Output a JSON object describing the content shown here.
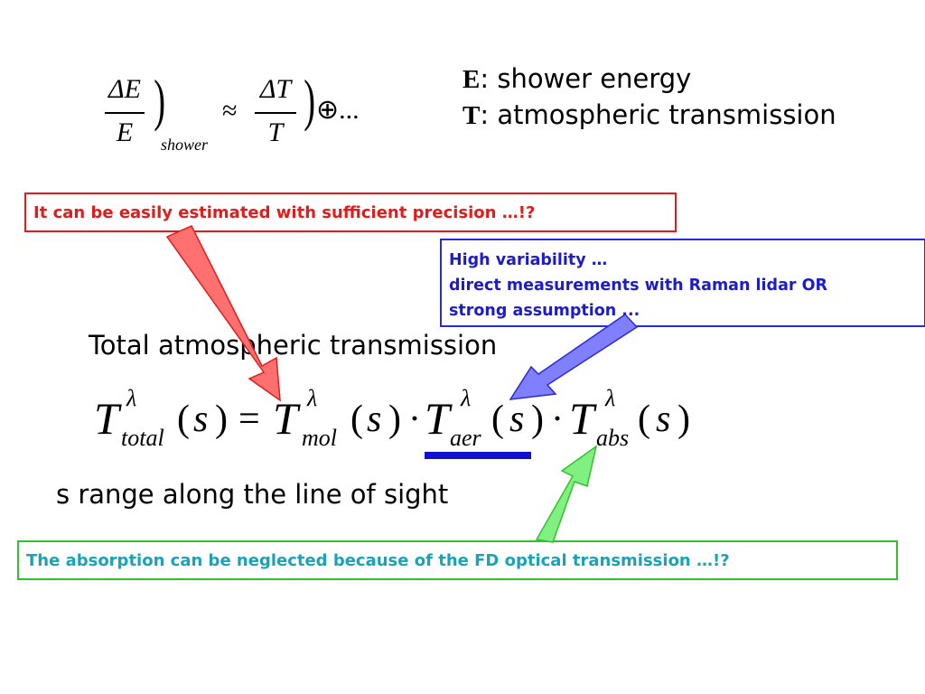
{
  "formula_top": {
    "delta_e": "ΔE",
    "e": "E",
    "subscript": "shower",
    "approx": "≈",
    "delta_t": "ΔT",
    "t": "T",
    "oplus": "⊕...",
    "paren_right": ")"
  },
  "legend": {
    "e_symbol": "E",
    "e_text": ": shower energy",
    "t_symbol": "T",
    "t_text": ": atmospheric transmission"
  },
  "box_precision": {
    "text": "It can be easily estimated with sufficient precision …!?"
  },
  "box_variability": {
    "line1": "High variability …",
    "line2": "direct measurements with Raman lidar OR",
    "line3": "strong assumption ..."
  },
  "total_label": "Total atmospheric transmission",
  "equation": {
    "T": "T",
    "lambda": "λ",
    "sub_total": "total",
    "sub_mol": "mol",
    "sub_aer": "aer",
    "sub_abs": "abs",
    "open": "(",
    "close": ")",
    "s": "s",
    "equals": "=",
    "dot": "·"
  },
  "s_range_label": "s range along the line of sight",
  "box_absorption": {
    "text": "The absorption can be neglected because of the FD optical transmission …!?"
  },
  "colors": {
    "red_border": "#e21b1b",
    "red_arrow": "#ff7070",
    "blue_border": "#2a2adb",
    "blue_arrow": "#7f7fff",
    "green_border": "#2fc12f",
    "green_arrow": "#80f080",
    "cyan_text": "#1aa3b8",
    "underline_blue": "#1010d0"
  }
}
